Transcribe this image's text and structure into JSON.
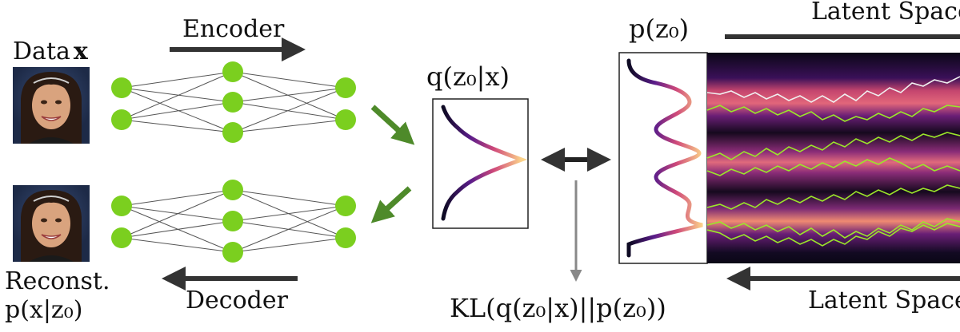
{
  "labels": {
    "data": "Data",
    "data_var": "x",
    "encoder": "Encoder",
    "decoder": "Decoder",
    "reconst": "Reconst.",
    "reconst_math": "p(x|z₀)",
    "posterior": "q(z₀|x)",
    "prior": "p(z₀)",
    "latent_space_top": "Latent Space",
    "latent_space_bottom": "Latent Space",
    "kl": "KL(q(z₀|x)||p(z₀))"
  },
  "colors": {
    "node_green": "#7bcf1f",
    "arrow_green": "#4e8a2a",
    "arrow_dark": "#333333",
    "trajectory_green": "#9be62a",
    "trajectory_white": "#f0f0f0"
  },
  "icons": {
    "input_face": "portrait-photo",
    "output_face": "portrait-photo"
  }
}
